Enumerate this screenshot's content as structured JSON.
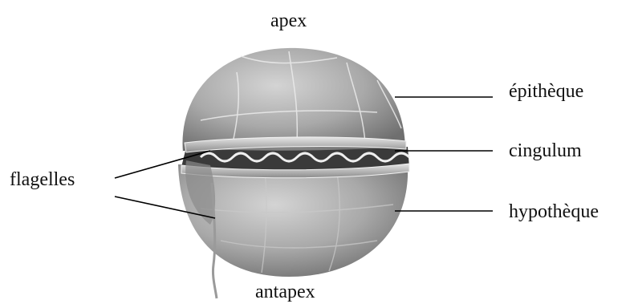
{
  "labels": {
    "apex": "apex",
    "antapex": "antapex",
    "epitheque": "épithèque",
    "cingulum": "cingulum",
    "hypotheque": "hypothèque",
    "flagelles": "flagelles"
  },
  "colors": {
    "cell_light": "#d4d4d4",
    "cell_mid": "#a9a9a9",
    "cell_dark": "#6f6f6f",
    "groove": "#3a3a3a",
    "leader_line": "#000000"
  },
  "figure": {
    "subject": "dinoflagellate-cell"
  }
}
